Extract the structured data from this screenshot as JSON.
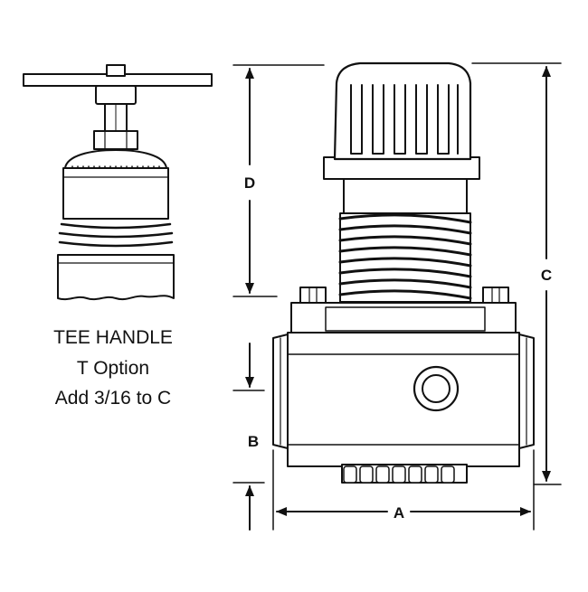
{
  "colors": {
    "ink": "#111111",
    "paper": "#ffffff"
  },
  "dimensions": {
    "a_label": "A",
    "b_label": "B",
    "c_label": "C",
    "d_label": "D"
  },
  "caption": {
    "line1": "TEE HANDLE",
    "line2": "T Option",
    "line3": "Add 3/16 to C"
  }
}
